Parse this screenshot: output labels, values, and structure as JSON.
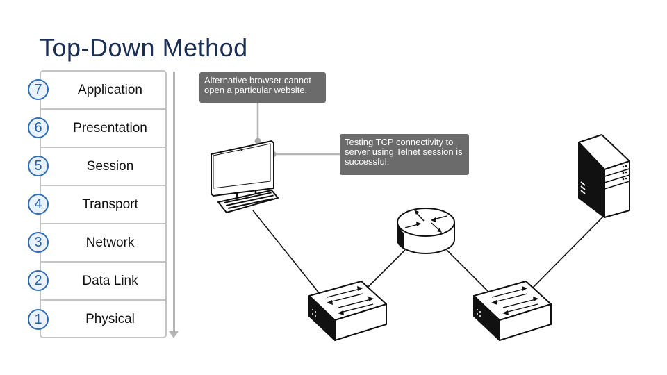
{
  "title": "Top-Down Method",
  "osi_layers": [
    {
      "number": "7",
      "name": "Application"
    },
    {
      "number": "6",
      "name": "Presentation"
    },
    {
      "number": "5",
      "name": "Session"
    },
    {
      "number": "4",
      "name": "Transport"
    },
    {
      "number": "3",
      "name": "Network"
    },
    {
      "number": "2",
      "name": "Data Link"
    },
    {
      "number": "1",
      "name": "Physical"
    }
  ],
  "direction": "top-to-bottom",
  "callouts": {
    "browser": "Alternative browser cannot open a particular website.",
    "telnet": "Testing TCP connectivity to server using Telnet session is successful."
  },
  "devices": {
    "pc": "pc-icon",
    "switch_left": "switch-icon",
    "router": "router-icon",
    "switch_right": "switch-icon",
    "server": "server-icon"
  },
  "colors": {
    "title": "#1b2f54",
    "badge_border": "#2f6db5",
    "callout_bg": "#6b6b6b",
    "arrow": "#b5b5b5"
  }
}
